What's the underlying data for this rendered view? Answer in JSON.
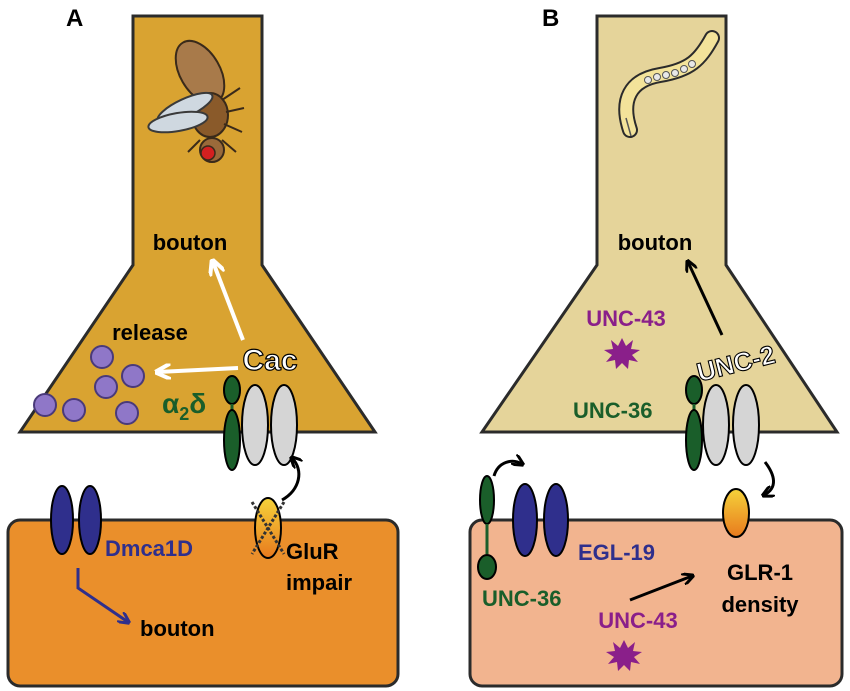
{
  "colors": {
    "neuronA": "#d9a331",
    "muscleA": "#ea8f2b",
    "neuronB": "#e5d49a",
    "muscleB": "#f2b48f",
    "green": "#1a5e2a",
    "blue": "#2f2f8c",
    "purple": "#8a1f8a",
    "vesicle": "#8f77c8",
    "grey": "#d5d5d5"
  },
  "panelA": {
    "letter": "A",
    "organism_icon": "fruit-fly-icon",
    "bouton_top": "bouton",
    "release": "release",
    "cac": "Cac",
    "alpha": "α",
    "alpha_sub": "2",
    "delta": "δ",
    "dmca1d": "Dmca1D",
    "bouton_bottom": "bouton",
    "glur_line1": "GluR",
    "glur_line2": "impair"
  },
  "panelB": {
    "letter": "B",
    "organism_icon": "worm-icon",
    "bouton_top": "bouton",
    "unc43_top": "UNC-43",
    "unc2": "UNC-2",
    "unc36_top": "UNC-36",
    "egl19": "EGL-19",
    "unc36_bottom": "UNC-36",
    "glr1_line1": "GLR-1",
    "glr1_line2": "density",
    "unc43_bottom": "UNC-43"
  }
}
